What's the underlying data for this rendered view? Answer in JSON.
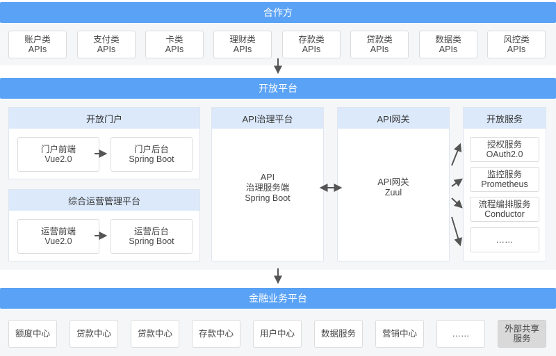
{
  "partners": {
    "title": "合作方",
    "items": [
      {
        "line1": "账户类",
        "line2": "APIs"
      },
      {
        "line1": "支付类",
        "line2": "APIs"
      },
      {
        "line1": "卡类",
        "line2": "APIs"
      },
      {
        "line1": "理财类",
        "line2": "APIs"
      },
      {
        "line1": "存款类",
        "line2": "APIs"
      },
      {
        "line1": "贷款类",
        "line2": "APIs"
      },
      {
        "line1": "数据类",
        "line2": "APIs"
      },
      {
        "line1": "风控类",
        "line2": "APIs"
      }
    ]
  },
  "open_platform": {
    "title": "开放平台",
    "portal": {
      "title": "开放门户",
      "frontend": {
        "line1": "门户前端",
        "line2": "Vue2.0"
      },
      "backend": {
        "line1": "门户后台",
        "line2": "Spring Boot"
      }
    },
    "ops": {
      "title": "综合运营管理平台",
      "frontend": {
        "line1": "运营前端",
        "line2": "Vue2.0"
      },
      "backend": {
        "line1": "运营后台",
        "line2": "Spring Boot"
      }
    },
    "governance": {
      "title": "API治理平台",
      "line1": "API",
      "line2": "治理服务端",
      "line3": "Spring Boot"
    },
    "gateway": {
      "title": "API网关",
      "line1": "API网关",
      "line2": "Zuul"
    },
    "services": {
      "title": "开放服务",
      "items": [
        {
          "line1": "授权服务",
          "line2": "OAuth2.0"
        },
        {
          "line1": "监控服务",
          "line2": "Prometheus"
        },
        {
          "line1": "流程编排服务",
          "line2": "Conductor"
        },
        {
          "line1": "……",
          "line2": ""
        }
      ]
    }
  },
  "finance": {
    "title": "金融业务平台",
    "items": [
      {
        "line1": "额度中心",
        "line2": ""
      },
      {
        "line1": "贷款中心",
        "line2": ""
      },
      {
        "line1": "贷款中心",
        "line2": ""
      },
      {
        "line1": "存款中心",
        "line2": ""
      },
      {
        "line1": "用户中心",
        "line2": ""
      },
      {
        "line1": "数据服务",
        "line2": ""
      },
      {
        "line1": "营销中心",
        "line2": ""
      },
      {
        "line1": "……",
        "line2": ""
      }
    ],
    "external": {
      "line1": "外部共享",
      "line2": "服务"
    }
  },
  "colors": {
    "band": "#5aa2f5",
    "section_head": "#dbe9fb",
    "panel": "#f5f6f8",
    "arrow": "#555555"
  }
}
